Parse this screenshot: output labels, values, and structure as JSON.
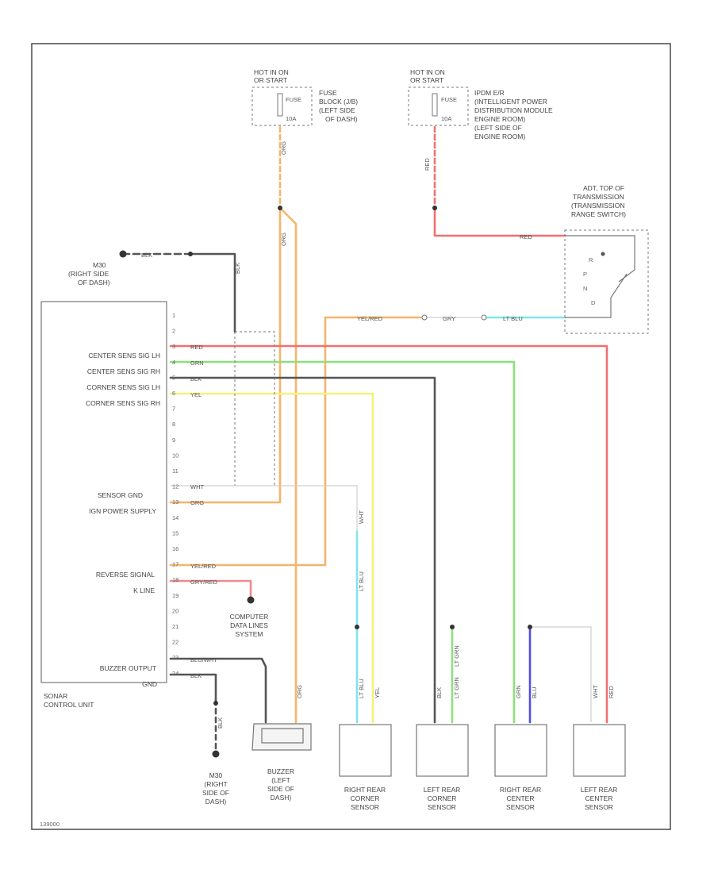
{
  "colors": {
    "red": "#f36f6f",
    "green": "#8ee07a",
    "black": "#555555",
    "yellow": "#f4f07a",
    "orange": "#f6b46a",
    "white": "#cfcfcf",
    "lt_blue": "#7ee6ec",
    "blue": "#5050e0",
    "yel_red": "#f6b46a",
    "gry_red": "#f08a8a"
  },
  "fuse_left": {
    "hot_label": "HOT IN ON",
    "hot_label2": "OR START",
    "fuse_label": "FUSE",
    "fuse_amp": "10A",
    "location": [
      "FUSE",
      "BLOCK (J/B)",
      "(LEFT SIDE",
      "OF DASH)"
    ],
    "wire_label": "ORG"
  },
  "fuse_right": {
    "hot_label": "HOT IN ON",
    "hot_label2": "OR START",
    "fuse_label": "FUSE",
    "fuse_amp": "10A",
    "location": [
      "IPDM E/R",
      "(INTELLIGENT POWER",
      "DISTRIBUTION MODULE",
      "ENGINE ROOM)",
      "(LEFT SIDE OF",
      "ENGINE ROOM)"
    ],
    "wire_label": "RED"
  },
  "ground_top": {
    "wire_label": "BLK",
    "location": [
      "M30",
      "(RIGHT SIDE",
      "OF DASH)"
    ]
  },
  "range_switch": {
    "label": [
      "ADT, TOP OF",
      "TRANSMISSION",
      "(TRANSMISSION",
      "RANGE SWITCH)"
    ],
    "wire_red": "RED",
    "wire_yelred": "YEL/RED",
    "wire_gry": "GRY",
    "wire_ltblu": "LT BLU",
    "marks": [
      "R",
      "P",
      "N",
      "D"
    ]
  },
  "control_unit": {
    "name": [
      "SONAR",
      "CONTROL UNIT"
    ],
    "functions": [
      "CENTER SENS SIG LH",
      "CENTER SENS SIG RH",
      "CORNER SENS SIG LH",
      "CORNER SENS SIG RH",
      "SENSOR GND",
      "IGN POWER SUPPLY",
      "REVERSE SIGNAL",
      "K LINE",
      "BUZZER OUTPUT",
      "GND"
    ],
    "pins": [
      "1",
      "2",
      "3",
      "4",
      "5",
      "6",
      "7",
      "8",
      "9",
      "10",
      "11",
      "12",
      "13",
      "14",
      "15",
      "16",
      "17",
      "18",
      "19",
      "20",
      "21",
      "22",
      "23",
      "24"
    ],
    "pin_wires": {
      "p3": "RED",
      "p4": "GRN",
      "p5": "BLK",
      "p6": "YEL",
      "p12": "WHT",
      "p13": "ORG",
      "p17": "YEL/RED",
      "p18": "GRY/RED",
      "p23": "BLU/WHT",
      "p24": "BLK"
    }
  },
  "data_lines": {
    "label": [
      "COMPUTER",
      "DATA LINES",
      "SYSTEM"
    ]
  },
  "ground_bottom": {
    "wire_label": "BLK",
    "location": [
      "M30",
      "(RIGHT",
      "SIDE OF",
      "DASH)"
    ]
  },
  "buzzer": {
    "label": [
      "BUZZER",
      "(LEFT",
      "SIDE OF",
      "DASH)"
    ],
    "wire_label": "ORG"
  },
  "sensors": [
    {
      "label": [
        "RIGHT REAR",
        "CORNER",
        "SENSOR"
      ],
      "wires": [
        "LT BLU",
        "YEL"
      ]
    },
    {
      "label": [
        "LEFT REAR",
        "CORNER",
        "SENSOR"
      ],
      "wires": [
        "BLK",
        "LT GRN"
      ]
    },
    {
      "label": [
        "RIGHT REAR",
        "CENTER",
        "SENSOR"
      ],
      "wires": [
        "GRN",
        "BLU"
      ]
    },
    {
      "label": [
        "LEFT REAR",
        "CENTER",
        "SENSOR"
      ],
      "wires": [
        "WHT",
        "RED"
      ]
    }
  ],
  "vertical_labels": {
    "lt_blu": "LT BLU",
    "wht": "WHT",
    "lt_grn": "LT GRN",
    "grn": "GRN",
    "org": "ORG",
    "blk": "BLK"
  },
  "footer_code": "139000"
}
